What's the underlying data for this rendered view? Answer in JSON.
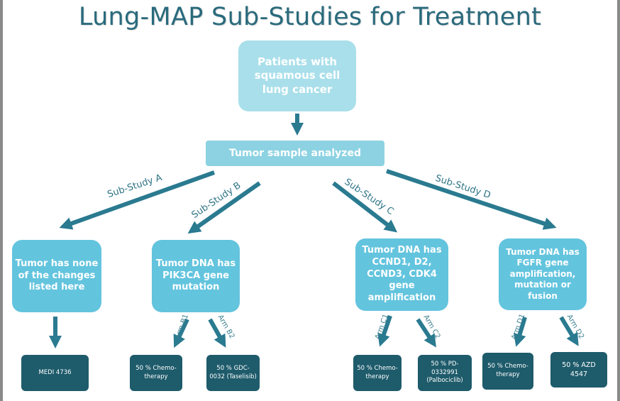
{
  "title": "Lung-MAP Sub-Studies for Treatment",
  "colors": {
    "title": "#2a6a7c",
    "arrow": "#2a7a90",
    "light_box": "#a9dfea",
    "bar": "#8cd2e2",
    "mid_box": "#63c4de",
    "dark_box": "#1e5b6b"
  },
  "start": "Patients with squamous cell lung cancer",
  "sample": "Tumor sample analyzed",
  "substudies": [
    {
      "label": "Sub-Study A",
      "criteria": "Tumor has none of the changes listed here",
      "arms": [
        {
          "label": "",
          "treatment": "MEDI 4736"
        }
      ]
    },
    {
      "label": "Sub-Study B",
      "criteria": "Tumor DNA has PIK3CA gene mutation",
      "arms": [
        {
          "label": "Arm B1",
          "treatment": "50 % Chemo-therapy"
        },
        {
          "label": "Arm B2",
          "treatment": "50 % GDC-0032 (Taselisib)"
        }
      ]
    },
    {
      "label": "Sub-Study C",
      "criteria": "Tumor DNA has CCND1, D2, CCND3, CDK4 gene amplification",
      "arms": [
        {
          "label": "Arm C1",
          "treatment": "50 % Chemo-therapy"
        },
        {
          "label": "Arm C2",
          "treatment": "50 % PD-0332991 (Palbociclib)"
        }
      ]
    },
    {
      "label": "Sub-Study D",
      "criteria": "Tumor DNA has FGFR gene amplification, mutation or fusion",
      "arms": [
        {
          "label": "Arm D1",
          "treatment": "50 % Chemo-therapy"
        },
        {
          "label": "Arm D2",
          "treatment": "50 % AZD 4547"
        }
      ]
    }
  ]
}
